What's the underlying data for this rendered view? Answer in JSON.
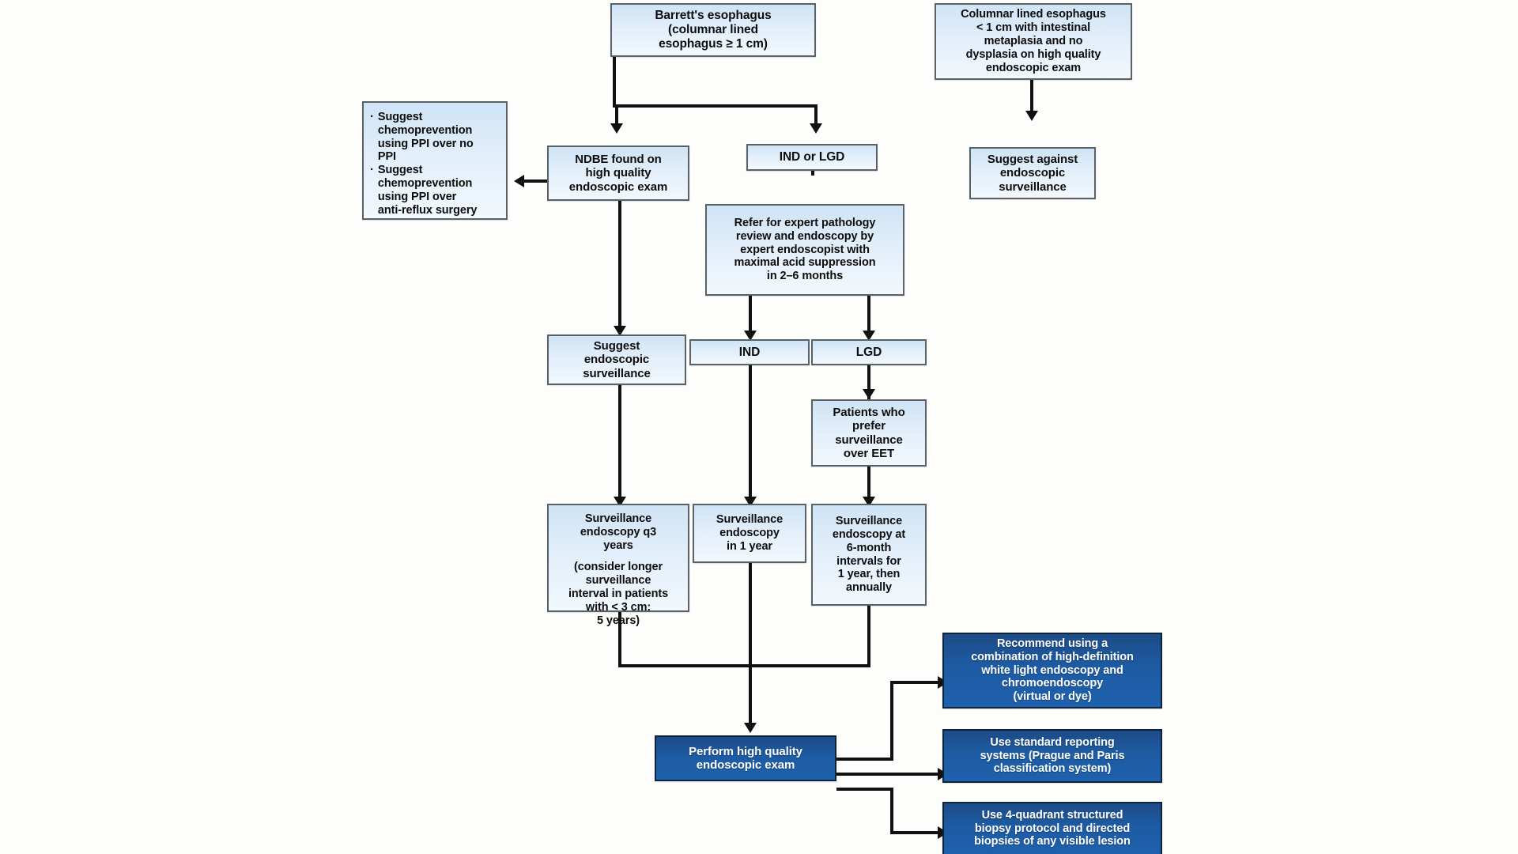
{
  "diagram": {
    "title": "Barrett's esophagus management and surveillance algorithm",
    "colors": {
      "light_node_fill_top": "#cfe4f5",
      "light_node_fill_bottom": "#f2f8fd",
      "light_node_border": "#5a6268",
      "dark_node_fill_top": "#1d4b86",
      "dark_node_fill_bottom": "#1f61ad",
      "dark_node_border": "#10233c",
      "dark_node_text": "#ffffff",
      "connector": "#111111",
      "canvas_background": "#fdfdfc"
    }
  },
  "nodes": {
    "barretts_esophagus": {
      "line1": "Barrett's esophagus",
      "line2": "(columnar lined",
      "line3": "esophagus ≥ 1 cm)"
    },
    "columnar_lined_short": {
      "line1": "Columnar lined esophagus",
      "line2": "< 1 cm with intestinal",
      "line3": "metaplasia and no",
      "line4": "dysplasia on high quality",
      "line5": "endoscopic exam"
    },
    "suggest_against_surveillance": {
      "line1": "Suggest against",
      "line2": "endoscopic",
      "line3": "surveillance"
    },
    "chemoprevention": {
      "bullet1_line1": "Suggest",
      "bullet1_line2": "chemoprevention",
      "bullet1_line3": "using PPI over no",
      "bullet1_line4": "PPI",
      "bullet2_line1": "Suggest",
      "bullet2_line2": "chemoprevention",
      "bullet2_line3": "using PPI over",
      "bullet2_line4": "anti-reflux surgery",
      "bullet_glyph": "·"
    },
    "ndbe_found": {
      "line1": "NDBE found on",
      "line2": "high quality",
      "line3": "endoscopic exam"
    },
    "ind_or_lgd": {
      "line1": "IND or LGD"
    },
    "refer_expert": {
      "line1": "Refer for expert pathology",
      "line2": "review and endoscopy by",
      "line3": "expert endoscopist with",
      "line4": "maximal acid suppression",
      "line5": "in 2–6 months"
    },
    "suggest_endoscopic_surveillance": {
      "line1": "Suggest",
      "line2": "endoscopic",
      "line3": "surveillance"
    },
    "ind": {
      "line1": "IND"
    },
    "lgd": {
      "line1": "LGD"
    },
    "patients_prefer_surveillance": {
      "line1": "Patients who",
      "line2": "prefer",
      "line3": "surveillance",
      "line4": "over EET"
    },
    "surveillance_q3": {
      "line1": "Surveillance",
      "line2": "endoscopy q3",
      "line3": "years",
      "line4": "(consider longer",
      "line5": "surveillance",
      "line6": "interval in patients",
      "line7": "with < 3 cm:",
      "line8": "5 years)"
    },
    "surveillance_1y": {
      "line1": "Surveillance",
      "line2": "endoscopy",
      "line3": "in 1 year"
    },
    "surveillance_6mo": {
      "line1": "Surveillance",
      "line2": "endoscopy at",
      "line3": "6-month",
      "line4": "intervals for",
      "line5": "1 year, then",
      "line6": "annually"
    },
    "perform_high_quality_exam": {
      "line1": "Perform high quality",
      "line2": "endoscopic exam"
    },
    "recommend_combination": {
      "line1": "Recommend using a",
      "line2": "combination of high-definition",
      "line3": "white light endoscopy and",
      "line4": "chromoendoscopy",
      "line5": "(virtual or dye)"
    },
    "standard_reporting": {
      "line1": "Use standard reporting",
      "line2": "systems (Prague and Paris",
      "line3": "classification system)"
    },
    "four_quadrant_biopsy": {
      "line1": "Use 4-quadrant structured",
      "line2": "biopsy protocol and directed",
      "line3": "biopsies of any visible lesion"
    }
  }
}
